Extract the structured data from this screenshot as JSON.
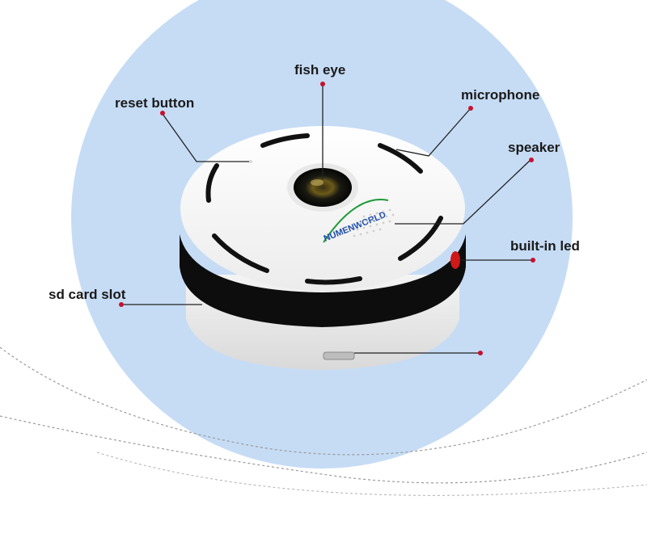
{
  "labels": {
    "fish_eye": "fish eye",
    "reset_button": "reset button",
    "microphone": "microphone",
    "speaker": "speaker",
    "built_in_led": "built-in led",
    "sd_card_slot": "sd card slot"
  },
  "brand": {
    "logo_text": "NUMENWORLD"
  },
  "colors": {
    "background_circle": "#c6dcf5",
    "callout_dot": "#c8102e",
    "callout_line": "#222222",
    "camera_body": "#f7f7f7",
    "camera_band": "#0d0d0d",
    "logo_blue": "#1f4fa8",
    "logo_green": "#1f9a3a"
  }
}
